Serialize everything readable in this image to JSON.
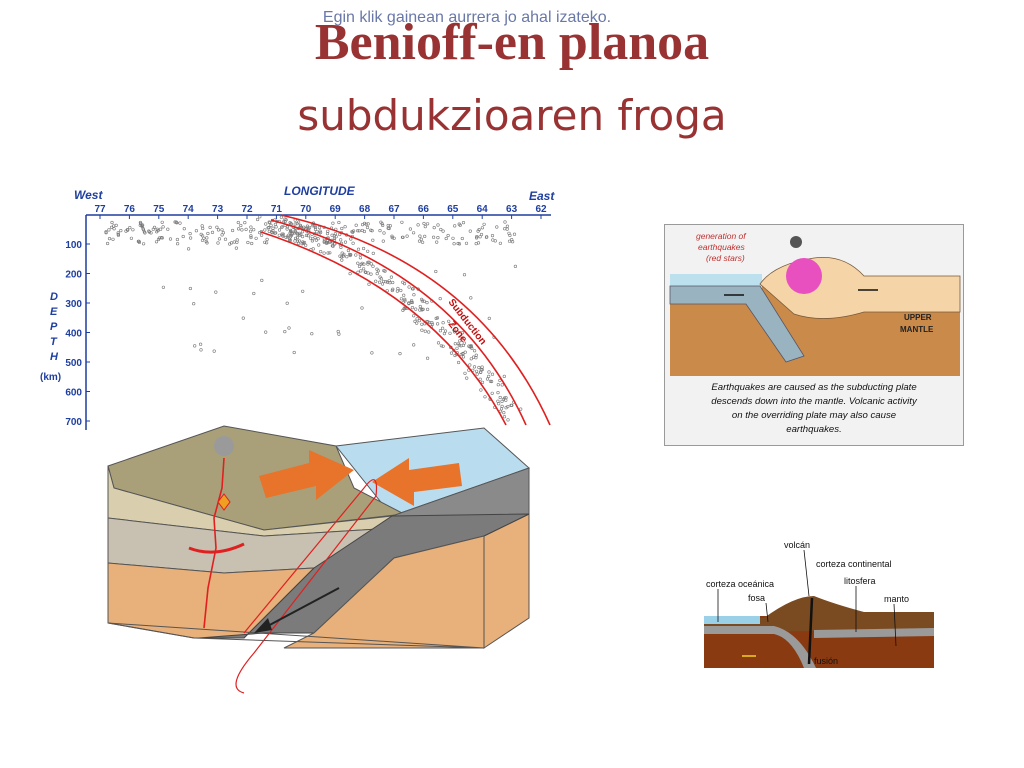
{
  "slide": {
    "hint": "Egin klik gainean aurrera jo ahal izateko.",
    "title": "Benioff-en planoa",
    "subtitle": "subdukzioaren froga"
  },
  "seismic_plot": {
    "label_west": "West",
    "label_east": "East",
    "label_longitude": "LONGITUDE",
    "longitudes": [
      "77",
      "76",
      "75",
      "74",
      "73",
      "72",
      "71",
      "70",
      "69",
      "68",
      "67",
      "66",
      "65",
      "64",
      "63",
      "62"
    ],
    "depths": [
      "100",
      "200",
      "300",
      "400",
      "500",
      "600",
      "700"
    ],
    "depth_letters": [
      "D",
      "E",
      "P",
      "T",
      "H"
    ],
    "depth_unit": "(km)",
    "zone_label_1": "Subduction",
    "zone_label_2": "Zone",
    "colors": {
      "axis": "#1f3fa0",
      "zone": "#e02020",
      "dots": "#777777"
    }
  },
  "mantle_diagram": {
    "label_generation": "generation of",
    "label_earthquakes": "earthquakes",
    "label_red_stars": "(red stars)",
    "label_upper": "UPPER",
    "label_mantle": "MANTLE",
    "caption_1": "Earthquakes are caused as the subducting plate",
    "caption_2": "descends down into the mantle. Volcanic activity",
    "caption_3": "on the overriding plate may also cause",
    "caption_4": "earthquakes."
  },
  "cross_section": {
    "label_volcan": "volcán",
    "label_corteza_continental": "corteza continental",
    "label_litosfera": "litosfera",
    "label_corteza_oceanica": "corteza oceánica",
    "label_fosa": "fosa",
    "label_manto": "manto",
    "label_fusion": "fusión"
  }
}
